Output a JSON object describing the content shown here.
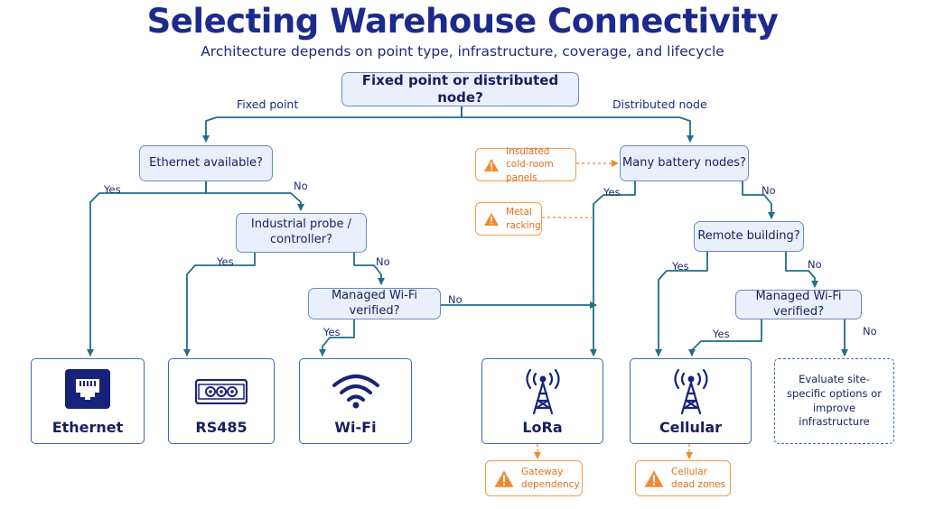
{
  "title": "Selecting Warehouse Connectivity",
  "subtitle": "Architecture depends on point type, infrastructure, coverage, and lifecycle",
  "questions": {
    "root": "Fixed point or distributed node?",
    "ethernet": "Ethernet available?",
    "probe": "Industrial probe / controller?",
    "wifi_left": "Managed Wi-Fi verified?",
    "battery": "Many battery nodes?",
    "remote": "Remote building?",
    "wifi_right": "Managed Wi-Fi verified?"
  },
  "branch_labels": {
    "fixed": "Fixed point",
    "distributed": "Distributed node",
    "eth_yes": "Yes",
    "eth_no": "No",
    "probe_yes": "Yes",
    "probe_no": "No",
    "wifil_yes": "Yes",
    "wifil_no": "No",
    "bat_yes": "Yes",
    "bat_no": "No",
    "rem_yes": "Yes",
    "rem_no": "No",
    "wifir_yes": "Yes",
    "wifir_no": "No"
  },
  "outcomes": {
    "ethernet": "Ethernet",
    "rs485": "RS485",
    "wifi": "Wi-Fi",
    "lora": "LoRa",
    "cellular": "Cellular",
    "evaluate": "Evaluate site-specific options or improve infrastructure"
  },
  "warnings": {
    "cold_room": "Insulated cold-room panels",
    "metal": "Metal racking",
    "gateway": "Gateway dependency",
    "dead_zones": "Cellular dead zones"
  },
  "icons": {
    "ethernet": "ethernet-port-icon",
    "rs485": "rs485-terminal-icon",
    "wifi": "wifi-icon",
    "lora": "radio-tower-icon",
    "cellular": "radio-tower-icon",
    "warning": "warning-triangle-icon"
  },
  "colors": {
    "title": "#1c2a8c",
    "question_fill": "#eaf0fb",
    "question_border": "#6b8ac4",
    "connector": "#1f6f8b",
    "warning": "#f08a30"
  }
}
